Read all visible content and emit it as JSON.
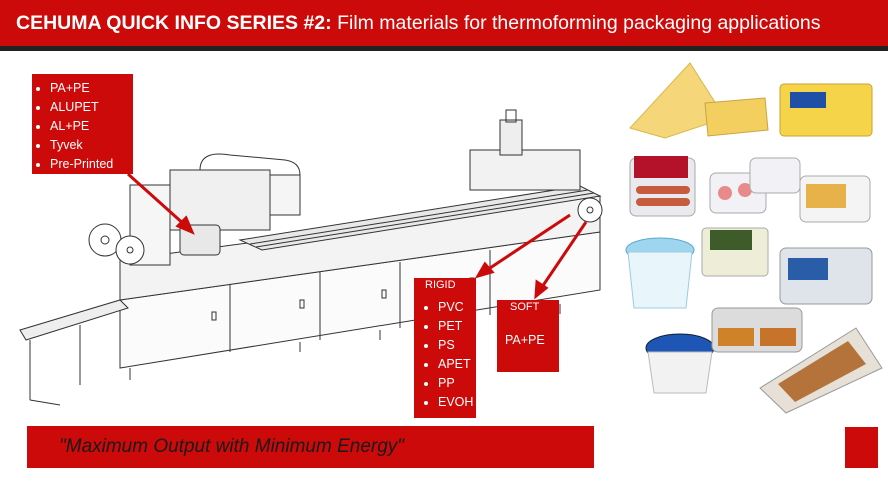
{
  "header": {
    "title_bold": "CEHUMA QUICK INFO SERIES #2:",
    "title_rest": " Film materials for thermoforming packaging applications"
  },
  "top_materials": [
    "PA+PE",
    "ALUPET",
    "AL+PE",
    "Tyvek",
    "Pre-Printed"
  ],
  "rigid": {
    "heading": "RIGID",
    "items": [
      "PVC",
      "PET",
      "PS",
      "APET",
      "PP",
      "EVOH"
    ]
  },
  "soft": {
    "heading": "SOFT",
    "value": "PA+PE"
  },
  "slogan": "\"Maximum Output with Minimum Energy\"",
  "colors": {
    "accent": "#cc0a0a",
    "divider": "#222222"
  },
  "icons": [
    "thermoforming-machine-illustration",
    "cheese-slices-product",
    "packaged-sausages-product",
    "water-cup-product",
    "portion-cup-product",
    "tray-packaged-food-product"
  ]
}
